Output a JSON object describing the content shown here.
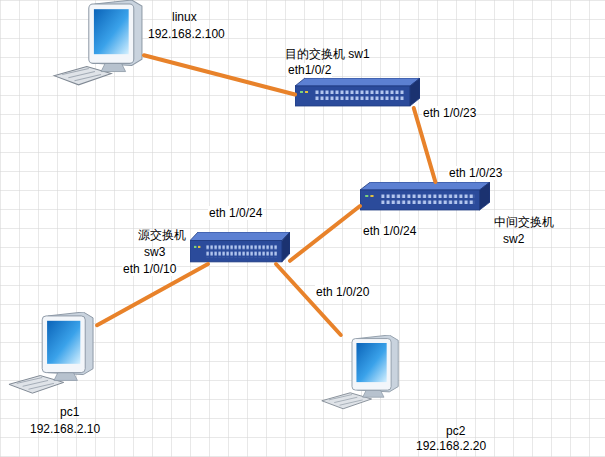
{
  "diagram": {
    "nodes": [
      {
        "text": [
          "linux",
          "192.168.2.100"
        ]
      },
      {
        "text": [
          "目的交换机 sw1"
        ]
      },
      {
        "text": [
          "中间交换机",
          "sw2"
        ]
      },
      {
        "text": [
          "源交换机",
          "sw3"
        ]
      },
      {
        "text": [
          "pc1",
          "192.168.2.10"
        ]
      },
      {
        "text": [
          "pc2",
          "192.168.2.20"
        ]
      }
    ],
    "edges": [
      {
        "from": 0,
        "to": 1,
        "arrow": "none"
      },
      {
        "from": 1,
        "to": 2,
        "arrow": "none"
      },
      {
        "from": 2,
        "to": 3,
        "arrow": "none"
      },
      {
        "from": 3,
        "to": 4,
        "arrow": "none"
      },
      {
        "from": 3,
        "to": 5,
        "arrow": "none"
      }
    ],
    "labels": [
      "eth1/0/2",
      "eth 1/0/23",
      "eth 1/0/23",
      "eth 1/0/24",
      "eth 1/0/24",
      "eth 1/0/10",
      "eth 1/0/20"
    ]
  }
}
